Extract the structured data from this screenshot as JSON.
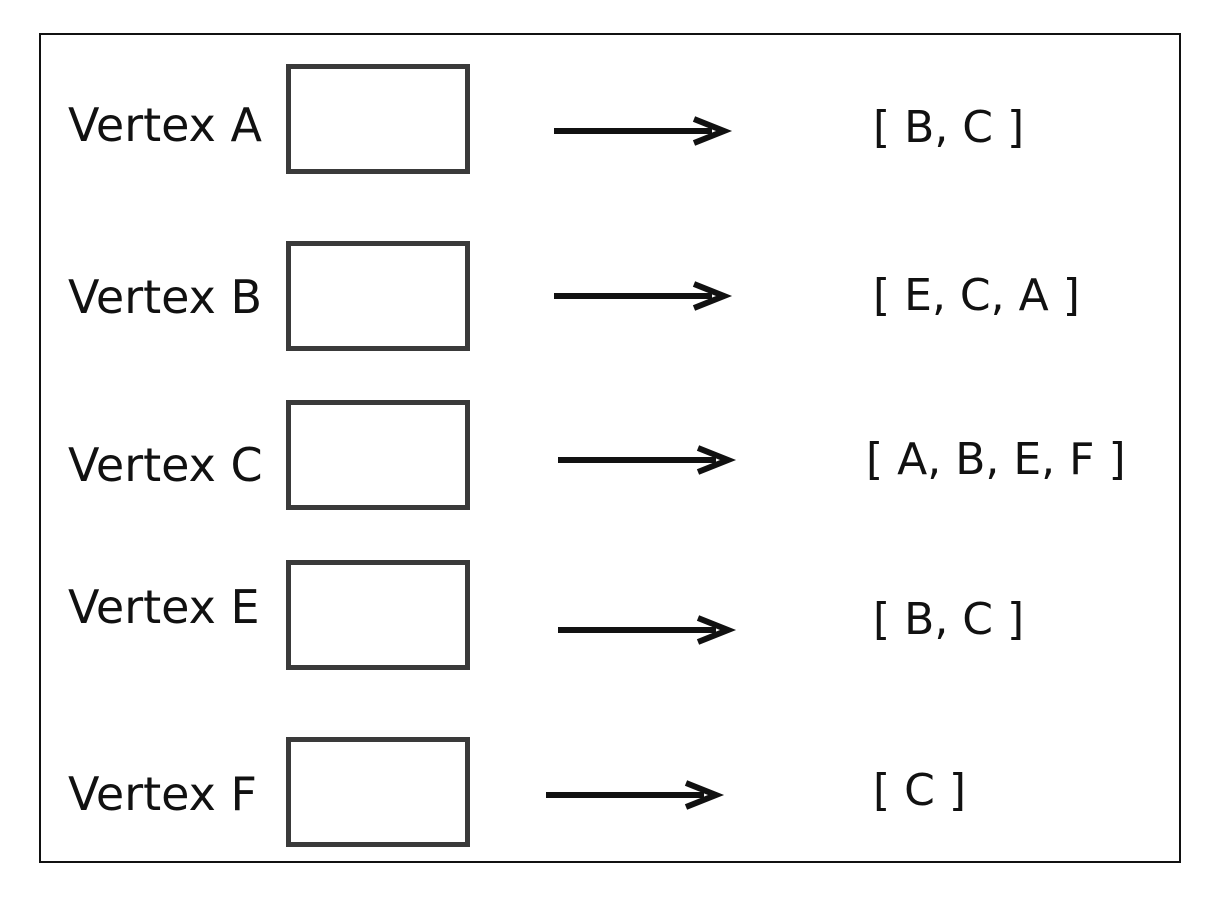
{
  "rows": [
    {
      "vertex": "Vertex A",
      "list": "[ B, C ]"
    },
    {
      "vertex": "Vertex B",
      "list": "[ E, C, A ]"
    },
    {
      "vertex": "Vertex C",
      "list": "[ A, B, E, F ]"
    },
    {
      "vertex": "Vertex E",
      "list": "[ B, C ]"
    },
    {
      "vertex": "Vertex F",
      "list": "[ C ]"
    }
  ],
  "colors": {
    "text": "#111111",
    "box_border": "#3a3a3a",
    "frame_border": "#111111",
    "arrow": "#111111",
    "background": "#ffffff"
  },
  "icons": {
    "arrow": "right-arrow-icon"
  }
}
